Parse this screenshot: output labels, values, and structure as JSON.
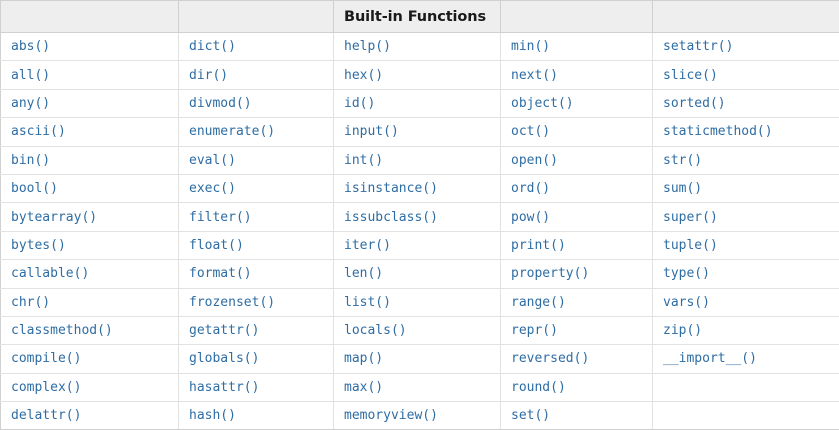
{
  "table": {
    "title": "Built-in Functions",
    "title_column_index": 2,
    "column_count": 5,
    "row_count": 14,
    "colors": {
      "header_background": "#eeeeee",
      "header_text": "#1a1a1a",
      "cell_text": "#2e6da4",
      "cell_background": "#ffffff",
      "border": "#e2e2e2",
      "outer_border": "#d0d0d0"
    },
    "header_cells": [
      "",
      "",
      "Built-in Functions",
      "",
      ""
    ],
    "rows": [
      [
        "abs()",
        "dict()",
        "help()",
        "min()",
        "setattr()"
      ],
      [
        "all()",
        "dir()",
        "hex()",
        "next()",
        "slice()"
      ],
      [
        "any()",
        "divmod()",
        "id()",
        "object()",
        "sorted()"
      ],
      [
        "ascii()",
        "enumerate()",
        "input()",
        "oct()",
        "staticmethod()"
      ],
      [
        "bin()",
        "eval()",
        "int()",
        "open()",
        "str()"
      ],
      [
        "bool()",
        "exec()",
        "isinstance()",
        "ord()",
        "sum()"
      ],
      [
        "bytearray()",
        "filter()",
        "issubclass()",
        "pow()",
        "super()"
      ],
      [
        "bytes()",
        "float()",
        "iter()",
        "print()",
        "tuple()"
      ],
      [
        "callable()",
        "format()",
        "len()",
        "property()",
        "type()"
      ],
      [
        "chr()",
        "frozenset()",
        "list()",
        "range()",
        "vars()"
      ],
      [
        "classmethod()",
        "getattr()",
        "locals()",
        "repr()",
        "zip()"
      ],
      [
        "compile()",
        "globals()",
        "map()",
        "reversed()",
        "__import__()"
      ],
      [
        "complex()",
        "hasattr()",
        "max()",
        "round()",
        ""
      ],
      [
        "delattr()",
        "hash()",
        "memoryview()",
        "set()",
        ""
      ]
    ]
  }
}
